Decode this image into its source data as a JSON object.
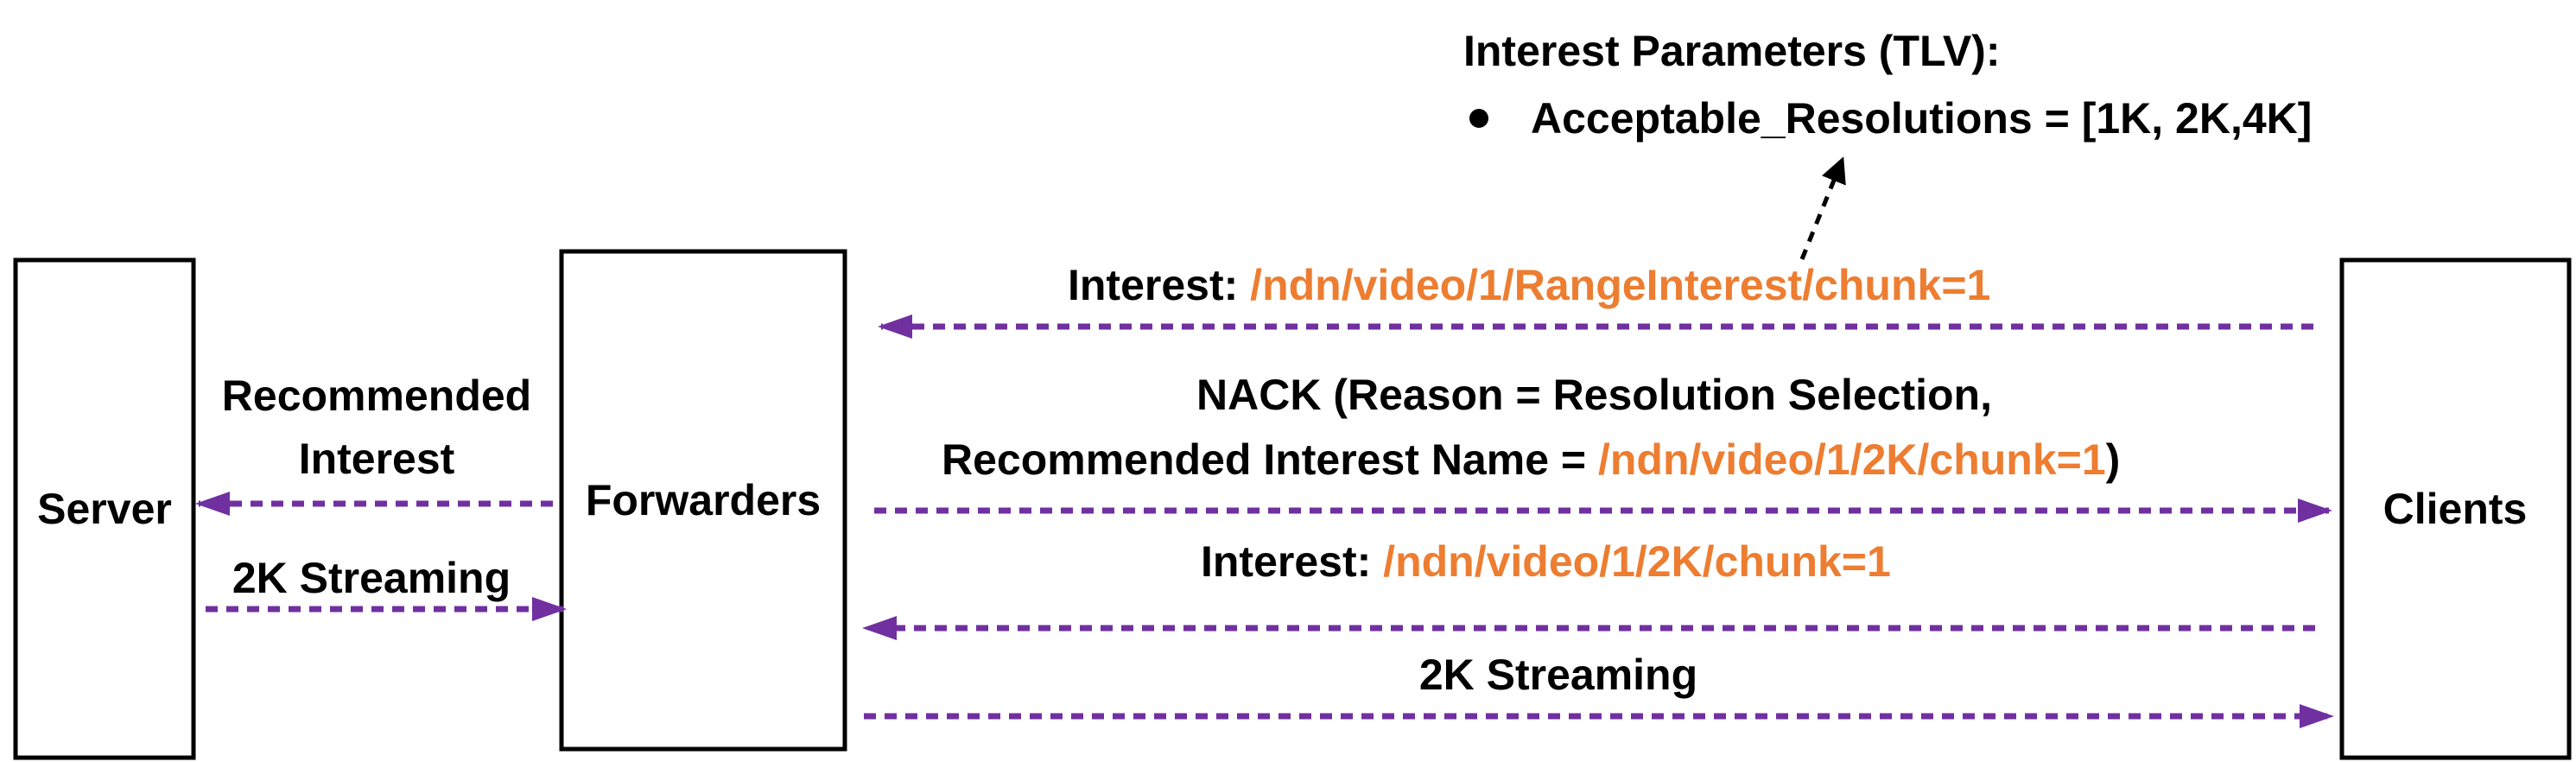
{
  "entities": {
    "server": "Server",
    "forwarders": "Forwarders",
    "clients": "Clients"
  },
  "tlv": {
    "title": "Interest Parameters (TLV):",
    "bullet": "Acceptable_Resolutions = [1K, 2K,4K]"
  },
  "messages": {
    "interest1_prefix": "Interest: ",
    "interest1_name": "/ndn/video/1/RangeInterest/chunk=1",
    "nack_line1": "NACK (Reason = Resolution Selection,",
    "nack_line2_prefix": "Recommended Interest Name = ",
    "nack_line2_name": "/ndn/video/1/2K/chunk=1",
    "nack_line2_suffix": ")",
    "interest2_prefix": "Interest: ",
    "interest2_name": "/ndn/video/1/2K/chunk=1",
    "stream_right": "2K Streaming",
    "recommended_line1": "Recommended",
    "recommended_line2": "Interest",
    "stream_left": "2K Streaming"
  },
  "colors": {
    "arrow": "#7030A0",
    "name_highlight": "#ED7D31",
    "text": "#000000"
  }
}
